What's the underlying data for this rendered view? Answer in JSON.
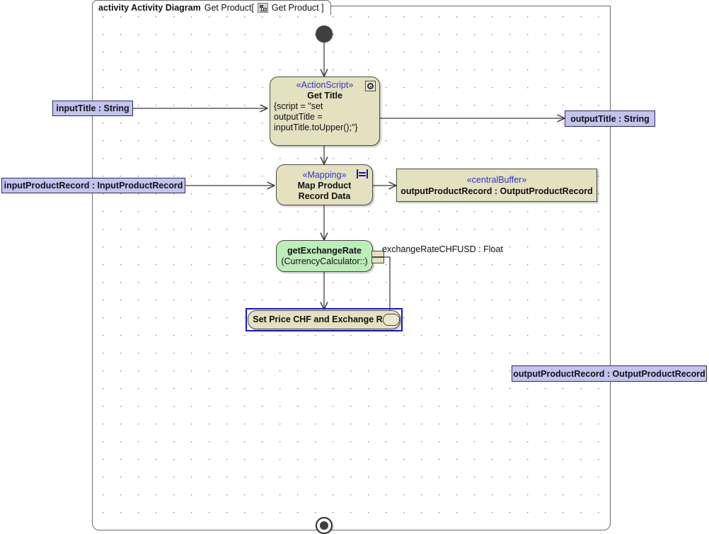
{
  "frame": {
    "keyword": "activity Activity Diagram",
    "name": "Get Product[",
    "icon": "activity-diagram-icon",
    "inner_name": "Get Product ]"
  },
  "nodes": {
    "initial": {
      "name": "initial-node"
    },
    "final": {
      "name": "activity-final-node"
    },
    "get_title": {
      "stereotype": "«ActionScript»",
      "title": "Get Title",
      "body": [
        "{script = \"set",
        "outputTitle =",
        "inputTitle.toUpper();\"}"
      ],
      "icon": "script-icon"
    },
    "map_product": {
      "stereotype": "«Mapping»",
      "title_line1": "Map Product",
      "title_line2": "Record Data",
      "icon": "mapping-icon"
    },
    "get_exchange_rate": {
      "title": "getExchangeRate",
      "subtitle": "(CurrencyCalculator::)",
      "pin_label": "exchangeRateCHFUSD : Float"
    },
    "set_price": {
      "title": "Set Price CHF and Exchange Rate",
      "selected": true
    }
  },
  "objects": {
    "input_title": {
      "label": "inputTitle : String"
    },
    "input_product_record": {
      "label": "inputProductRecord : InputProductRecord"
    },
    "output_title": {
      "label": "outputTitle : String"
    },
    "output_product_record_buffer": {
      "stereotype": "«centralBuffer»",
      "label": "outputProductRecord : OutputProductRecord"
    },
    "output_product_record": {
      "label": "outputProductRecord : OutputProductRecord"
    }
  },
  "colors": {
    "action_fill": "#e3e1c0",
    "call_behavior_fill": "#bdedba",
    "object_fill": "#c3c3f0",
    "stereotype_text": "#3333cc",
    "selection": "#1414e0",
    "edge": "#3a3a3a",
    "frame_border": "#6b6b6b"
  }
}
